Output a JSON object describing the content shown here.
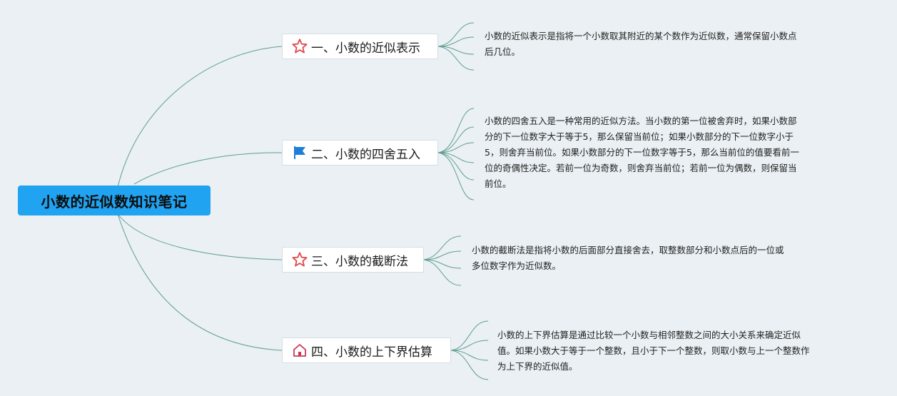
{
  "root": {
    "title": "小数的近似数知识笔记"
  },
  "branches": [
    {
      "title": "一、小数的近似表示",
      "icon": "star-icon",
      "note_lines": [
        "小数的近似表示是指将一个小数取其附近的某个数作为近似数，通常保留小数点",
        "后几位。"
      ]
    },
    {
      "title": "二、小数的四舍五入",
      "icon": "flag-icon",
      "note_lines": [
        "小数的四舍五入是一种常用的近似方法。当小数的第一位被舍弃时，如果小数部",
        "分的下一位数字大于等于5，那么保留当前位；如果小数部分的下一位数字小于",
        "5，则舍弃当前位。如果小数部分的下一位数字等于5，那么当前位的值要看前一",
        "位的奇偶性决定。若前一位为奇数，则舍弃当前位；若前一位为偶数，则保留当",
        "前位。"
      ]
    },
    {
      "title": "三、小数的截断法",
      "icon": "star-icon",
      "note_lines": [
        "小数的截断法是指将小数的后面部分直接舍去，取整数部分和小数点后的一位或",
        "多位数字作为近似数。"
      ]
    },
    {
      "title": "四、小数的上下界估算",
      "icon": "home-icon",
      "note_lines": [
        "小数的上下界估算是通过比较一个小数与相邻整数之间的大小关系来确定近似",
        "值。如果小数大于等于一个整数，且小于下一个整数，则取小数与上一个整数作",
        "为上下界的近似值。"
      ]
    }
  ],
  "colors": {
    "background": "#eaf0f4",
    "root_fill": "#20a3f0",
    "connector": "#5e9e8e",
    "star": "#e04848",
    "flag": "#1e7fd8",
    "home": "#c8395a"
  }
}
